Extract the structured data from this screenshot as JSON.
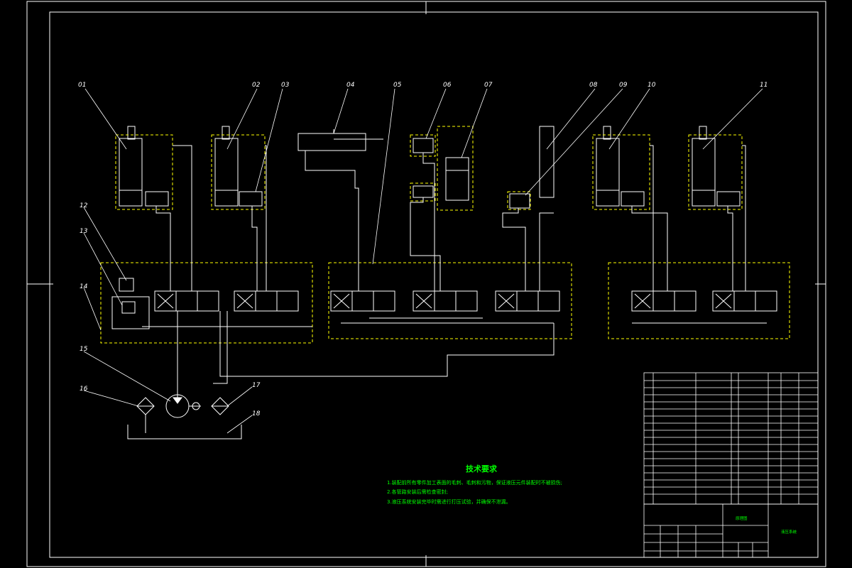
{
  "balloons": [
    {
      "id": "b01",
      "label": "01"
    },
    {
      "id": "b02",
      "label": "02"
    },
    {
      "id": "b03",
      "label": "03"
    },
    {
      "id": "b04",
      "label": "04"
    },
    {
      "id": "b05",
      "label": "05"
    },
    {
      "id": "b06",
      "label": "06"
    },
    {
      "id": "b07",
      "label": "07"
    },
    {
      "id": "b08",
      "label": "08"
    },
    {
      "id": "b09",
      "label": "09"
    },
    {
      "id": "b10",
      "label": "10"
    },
    {
      "id": "b11",
      "label": "11"
    },
    {
      "id": "b12",
      "label": "12"
    },
    {
      "id": "b13",
      "label": "13"
    },
    {
      "id": "b14",
      "label": "14"
    },
    {
      "id": "b15",
      "label": "15"
    },
    {
      "id": "b16",
      "label": "16"
    },
    {
      "id": "b17",
      "label": "17"
    },
    {
      "id": "b18",
      "label": "18"
    }
  ],
  "notes": {
    "title": "技术要求",
    "lines": [
      "1.装配前所有零件加工表面的毛刺、毛刺和污物，保证液压元件装配时不被损伤;",
      "2.各管路安装后需检查密封;",
      "3.液压系统安装完毕时需进行打压试验，并确保不泄漏。"
    ]
  },
  "title_block": {
    "drawing_name": "原理图",
    "system_name": "液压系统"
  },
  "colors": {
    "line": "#ffffff",
    "dashed": "#ffff00",
    "text_green": "#00ff00",
    "background": "#000000"
  }
}
